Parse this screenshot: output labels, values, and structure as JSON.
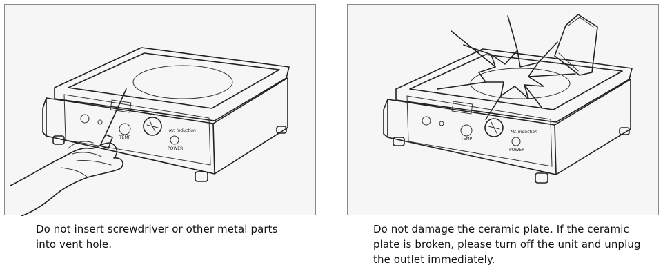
{
  "panels": [
    {
      "icon": "cooktop-screwdriver-warning",
      "panel_label": {
        "temp": "TEMP",
        "power": "POWER"
      },
      "caption_lines": [
        "Do not insert screwdriver or other metal parts",
        "into vent hole."
      ]
    },
    {
      "icon": "cooktop-broken-ceramic-warning",
      "panel_label": {
        "temp": "TEMP",
        "power": "POWER"
      },
      "caption_lines": [
        "Do not damage the ceramic plate. If the ceramic",
        "plate is broken, please turn off the unit and unplug",
        "the outlet immediately."
      ]
    }
  ],
  "colors": {
    "panel_bg": "#f6f6f6",
    "border": "#8a8a8a",
    "ink": "#222222"
  }
}
